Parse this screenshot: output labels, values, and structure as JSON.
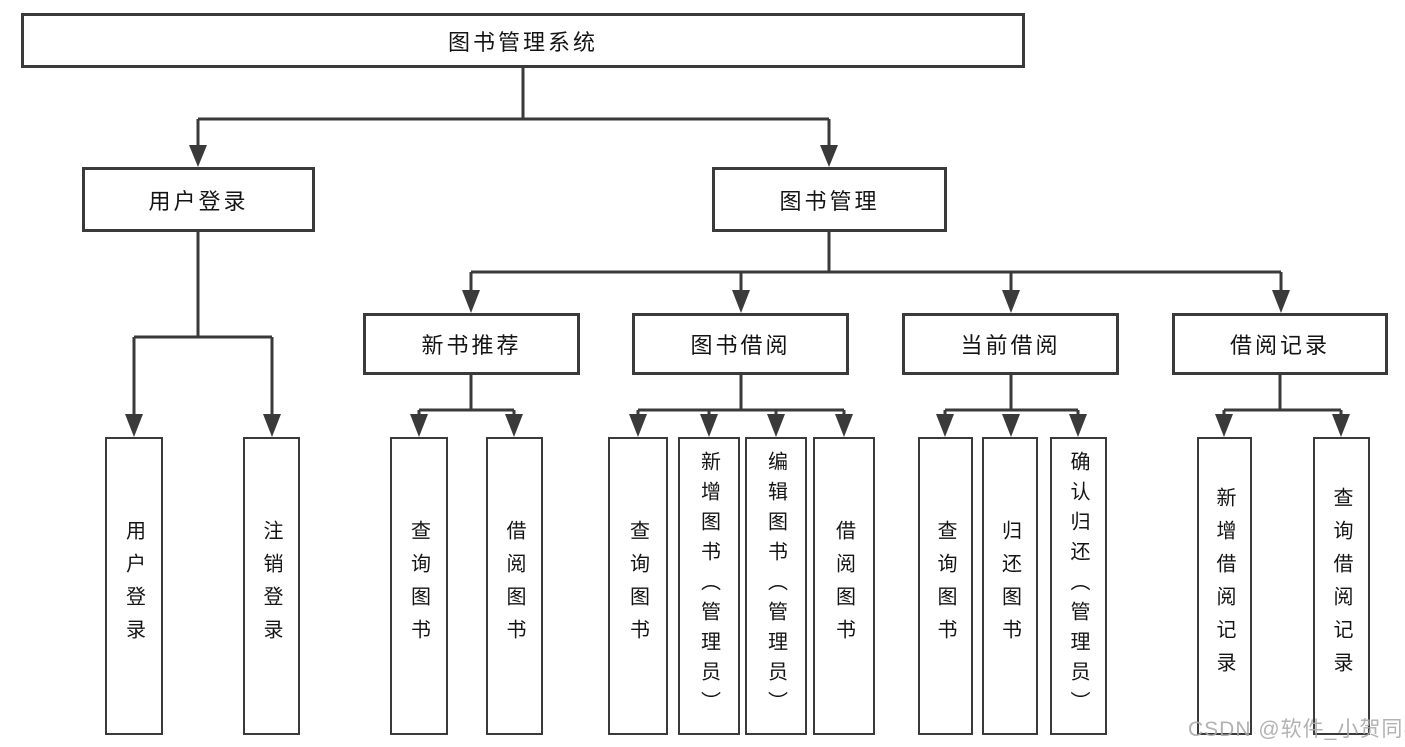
{
  "diagram": {
    "title": "图书管理系统",
    "level2": [
      {
        "label": "用户登录"
      },
      {
        "label": "图书管理"
      }
    ],
    "level3": [
      {
        "label": "新书推荐"
      },
      {
        "label": "图书借阅"
      },
      {
        "label": "当前借阅"
      },
      {
        "label": "借阅记录"
      }
    ],
    "leaves": [
      {
        "label": "用户登录",
        "parent": "用户登录"
      },
      {
        "label": "注销登录",
        "parent": "用户登录"
      },
      {
        "label": "查询图书",
        "parent": "新书推荐"
      },
      {
        "label": "借阅图书",
        "parent": "新书推荐"
      },
      {
        "label": "查询图书",
        "parent": "图书借阅"
      },
      {
        "label": "新增图书（管理员）",
        "parent": "图书借阅"
      },
      {
        "label": "编辑图书（管理员）",
        "parent": "图书借阅"
      },
      {
        "label": "借阅图书",
        "parent": "图书借阅"
      },
      {
        "label": "查询图书",
        "parent": "当前借阅"
      },
      {
        "label": "归还图书",
        "parent": "当前借阅"
      },
      {
        "label": "确认归还（管理员）",
        "parent": "当前借阅"
      },
      {
        "label": "新增借阅记录",
        "parent": "借阅记录"
      },
      {
        "label": "查询借阅记录",
        "parent": "借阅记录"
      }
    ],
    "watermark": "CSDN @软件_小贺同学",
    "colors": {
      "line": "#3a3a3a",
      "text": "#141414",
      "box_fill": "#ffffff",
      "background": "#ffffff",
      "watermark": "#aaaaaa"
    }
  }
}
